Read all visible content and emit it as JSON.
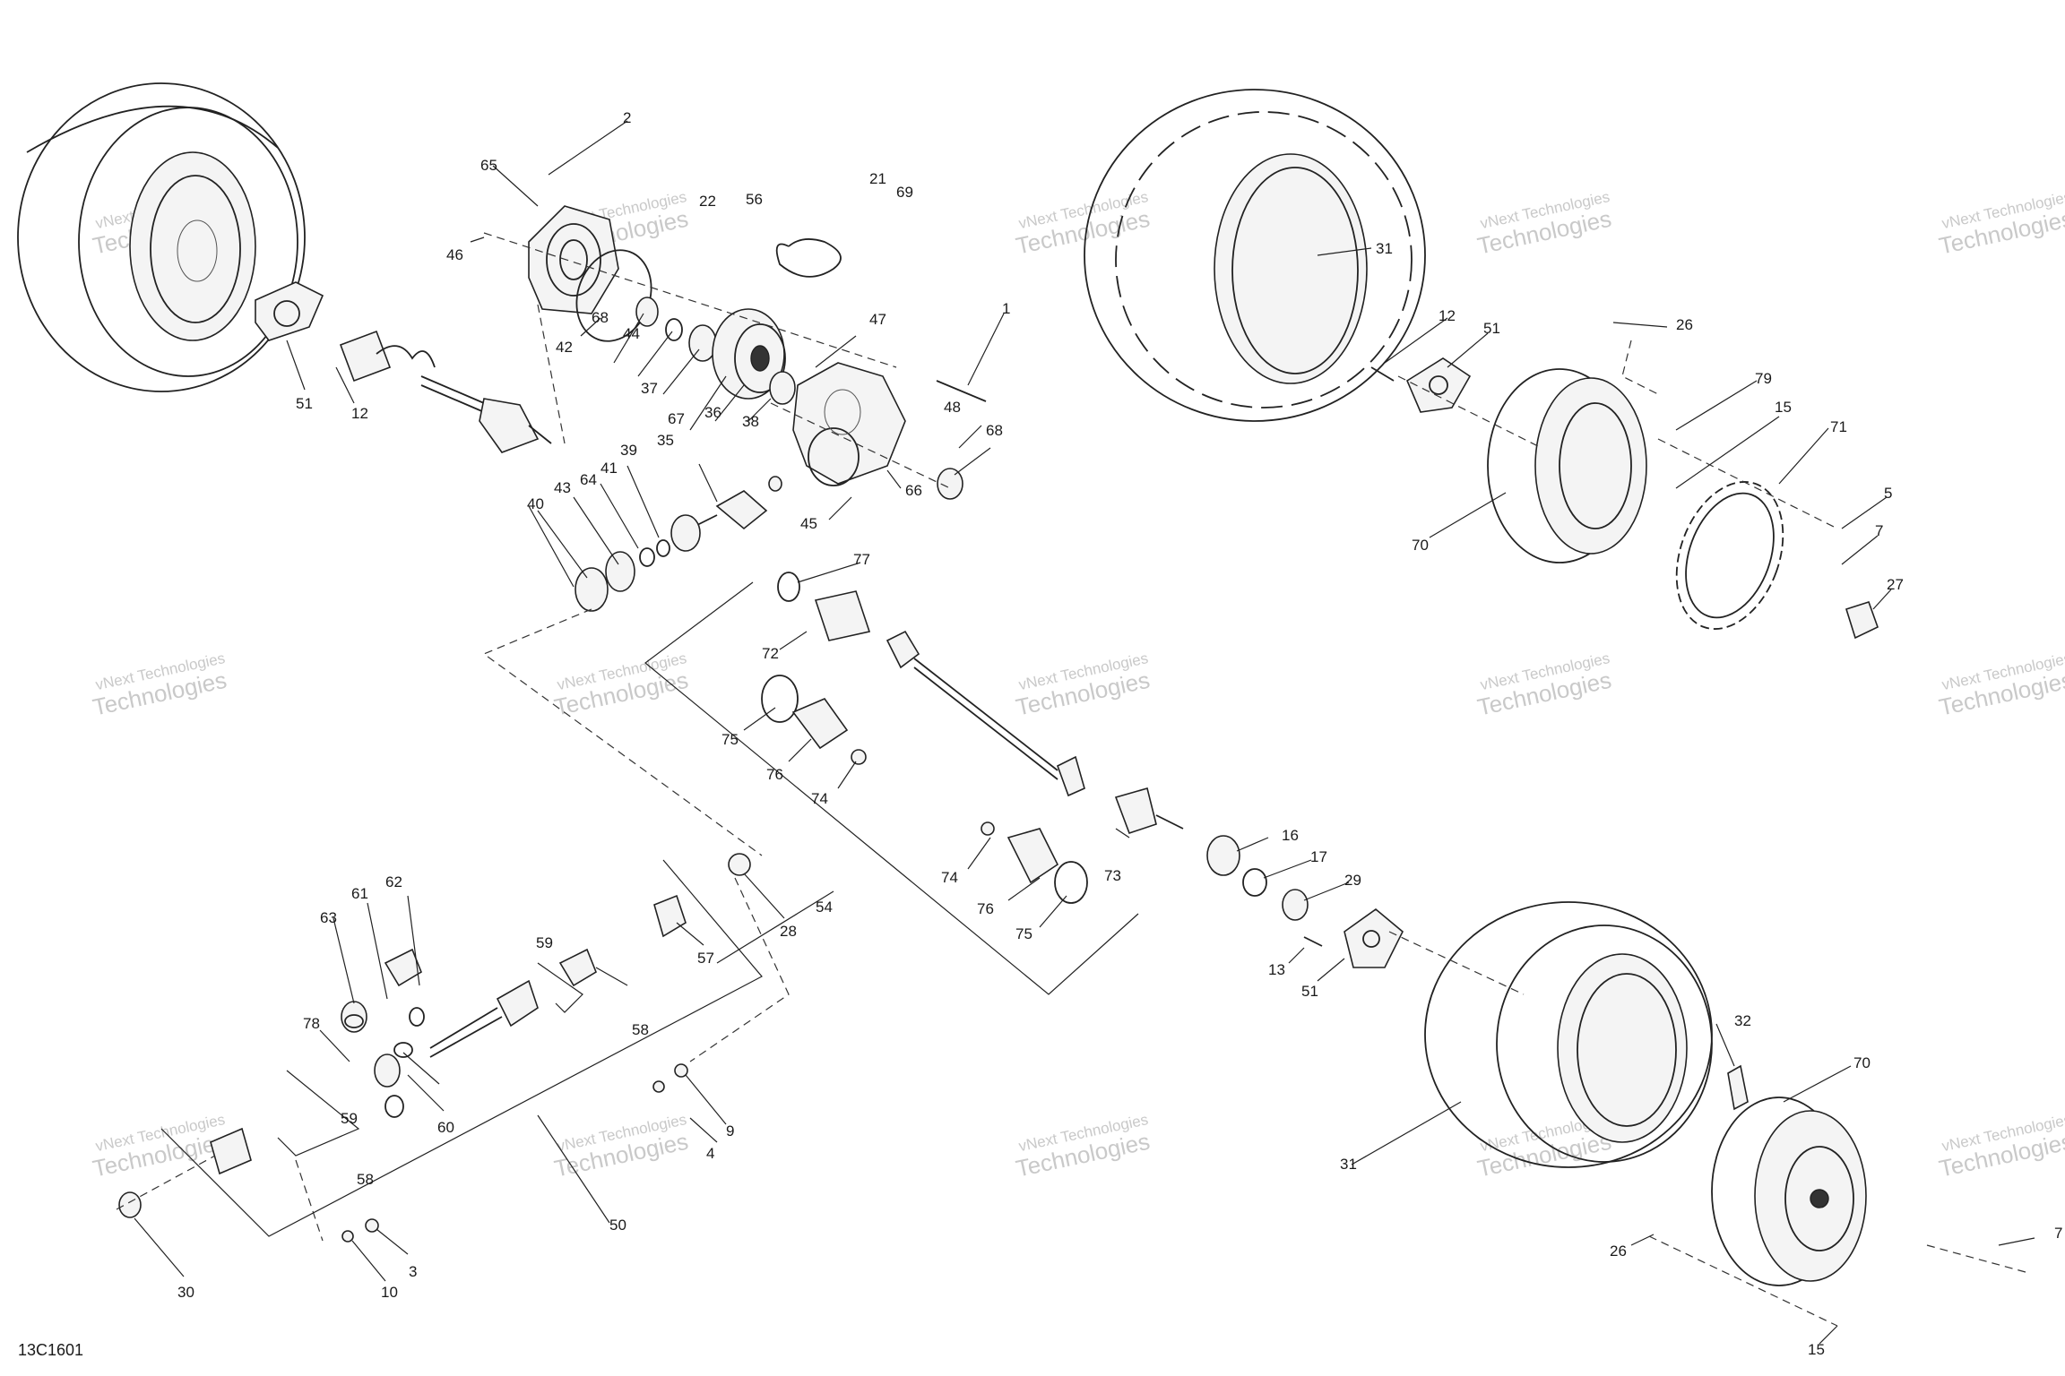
{
  "drawing_code": "13C1601",
  "watermark": {
    "line1": "vNext Technologies",
    "line2": "Technologies"
  },
  "callouts": [
    {
      "id": "c-2",
      "label": "2"
    },
    {
      "id": "c-65",
      "label": "65"
    },
    {
      "id": "c-22",
      "label": "22"
    },
    {
      "id": "c-56",
      "label": "56"
    },
    {
      "id": "c-21",
      "label": "21"
    },
    {
      "id": "c-69",
      "label": "69"
    },
    {
      "id": "c-46",
      "label": "46"
    },
    {
      "id": "c-42",
      "label": "42"
    },
    {
      "id": "c-68a",
      "label": "68"
    },
    {
      "id": "c-44",
      "label": "44"
    },
    {
      "id": "c-37",
      "label": "37"
    },
    {
      "id": "c-47",
      "label": "47"
    },
    {
      "id": "c-1",
      "label": "1"
    },
    {
      "id": "c-51a",
      "label": "51"
    },
    {
      "id": "c-12a",
      "label": "12"
    },
    {
      "id": "c-67",
      "label": "67"
    },
    {
      "id": "c-36",
      "label": "36"
    },
    {
      "id": "c-38",
      "label": "38"
    },
    {
      "id": "c-48",
      "label": "48"
    },
    {
      "id": "c-68b",
      "label": "68"
    },
    {
      "id": "c-39",
      "label": "39"
    },
    {
      "id": "c-35",
      "label": "35"
    },
    {
      "id": "c-41",
      "label": "41"
    },
    {
      "id": "c-64",
      "label": "64"
    },
    {
      "id": "c-43",
      "label": "43"
    },
    {
      "id": "c-40",
      "label": "40"
    },
    {
      "id": "c-66",
      "label": "66"
    },
    {
      "id": "c-45",
      "label": "45"
    },
    {
      "id": "c-31a",
      "label": "31"
    },
    {
      "id": "c-12b",
      "label": "12"
    },
    {
      "id": "c-51b",
      "label": "51"
    },
    {
      "id": "c-26a",
      "label": "26"
    },
    {
      "id": "c-79",
      "label": "79"
    },
    {
      "id": "c-15a",
      "label": "15"
    },
    {
      "id": "c-71",
      "label": "71"
    },
    {
      "id": "c-5",
      "label": "5"
    },
    {
      "id": "c-7a",
      "label": "7"
    },
    {
      "id": "c-70a",
      "label": "70"
    },
    {
      "id": "c-27",
      "label": "27"
    },
    {
      "id": "c-77",
      "label": "77"
    },
    {
      "id": "c-72",
      "label": "72"
    },
    {
      "id": "c-75a",
      "label": "75"
    },
    {
      "id": "c-76a",
      "label": "76"
    },
    {
      "id": "c-74a",
      "label": "74"
    },
    {
      "id": "c-16",
      "label": "16"
    },
    {
      "id": "c-17",
      "label": "17"
    },
    {
      "id": "c-29",
      "label": "29"
    },
    {
      "id": "c-74b",
      "label": "74"
    },
    {
      "id": "c-73",
      "label": "73"
    },
    {
      "id": "c-76b",
      "label": "76"
    },
    {
      "id": "c-75b",
      "label": "75"
    },
    {
      "id": "c-13",
      "label": "13"
    },
    {
      "id": "c-51c",
      "label": "51"
    },
    {
      "id": "c-54",
      "label": "54"
    },
    {
      "id": "c-28",
      "label": "28"
    },
    {
      "id": "c-57",
      "label": "57"
    },
    {
      "id": "c-62",
      "label": "62"
    },
    {
      "id": "c-61",
      "label": "61"
    },
    {
      "id": "c-63",
      "label": "63"
    },
    {
      "id": "c-59a",
      "label": "59"
    },
    {
      "id": "c-58a",
      "label": "58"
    },
    {
      "id": "c-78",
      "label": "78"
    },
    {
      "id": "c-59b",
      "label": "59"
    },
    {
      "id": "c-60",
      "label": "60"
    },
    {
      "id": "c-58b",
      "label": "58"
    },
    {
      "id": "c-9",
      "label": "9"
    },
    {
      "id": "c-4",
      "label": "4"
    },
    {
      "id": "c-50",
      "label": "50"
    },
    {
      "id": "c-30",
      "label": "30"
    },
    {
      "id": "c-10",
      "label": "10"
    },
    {
      "id": "c-3",
      "label": "3"
    },
    {
      "id": "c-32",
      "label": "32"
    },
    {
      "id": "c-70b",
      "label": "70"
    },
    {
      "id": "c-31b",
      "label": "31"
    },
    {
      "id": "c-26b",
      "label": "26"
    },
    {
      "id": "c-7b",
      "label": "7"
    },
    {
      "id": "c-15b",
      "label": "15"
    }
  ]
}
